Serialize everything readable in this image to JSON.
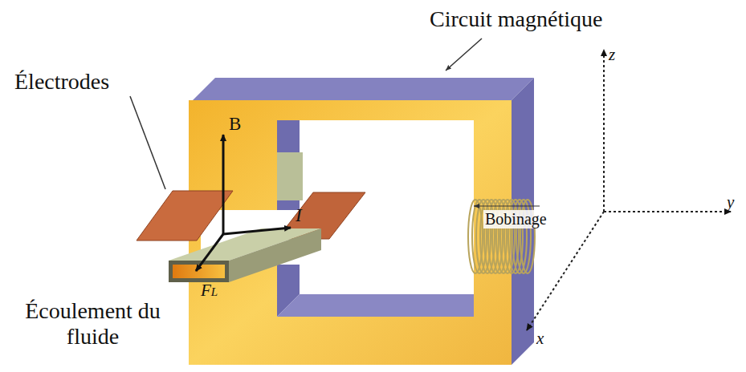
{
  "diagram": {
    "labels": [
      "Circuit magnétique",
      "Électrodes",
      "B",
      "I",
      "Bobinage",
      "z",
      "y",
      "FL",
      "x",
      "Écoulement du fluide"
    ]
  }
}
